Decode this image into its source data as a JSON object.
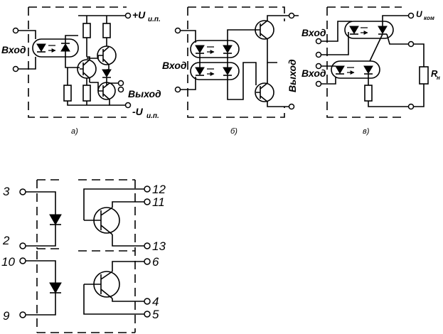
{
  "diagram_a": {
    "input_label": "Вход",
    "output_label": "Выход",
    "supply_pos": "+U",
    "supply_pos_sub": "и.п.",
    "supply_neg": "-U",
    "supply_neg_sub": "и.п.",
    "caption": "а)"
  },
  "diagram_b": {
    "input_label": "Вход",
    "output_label": "Выход",
    "caption": "б)"
  },
  "diagram_v": {
    "input1_label": "Вход",
    "input2_label": "Вход",
    "switch_label": "U",
    "switch_sub": "ком",
    "load_label": "R",
    "load_sub": "н",
    "caption": "в)"
  },
  "diagram_g": {
    "pins_left": [
      "3",
      "2",
      "10",
      "9"
    ],
    "pins_right": [
      "12",
      "11",
      "13",
      "6",
      "4",
      "5"
    ]
  }
}
